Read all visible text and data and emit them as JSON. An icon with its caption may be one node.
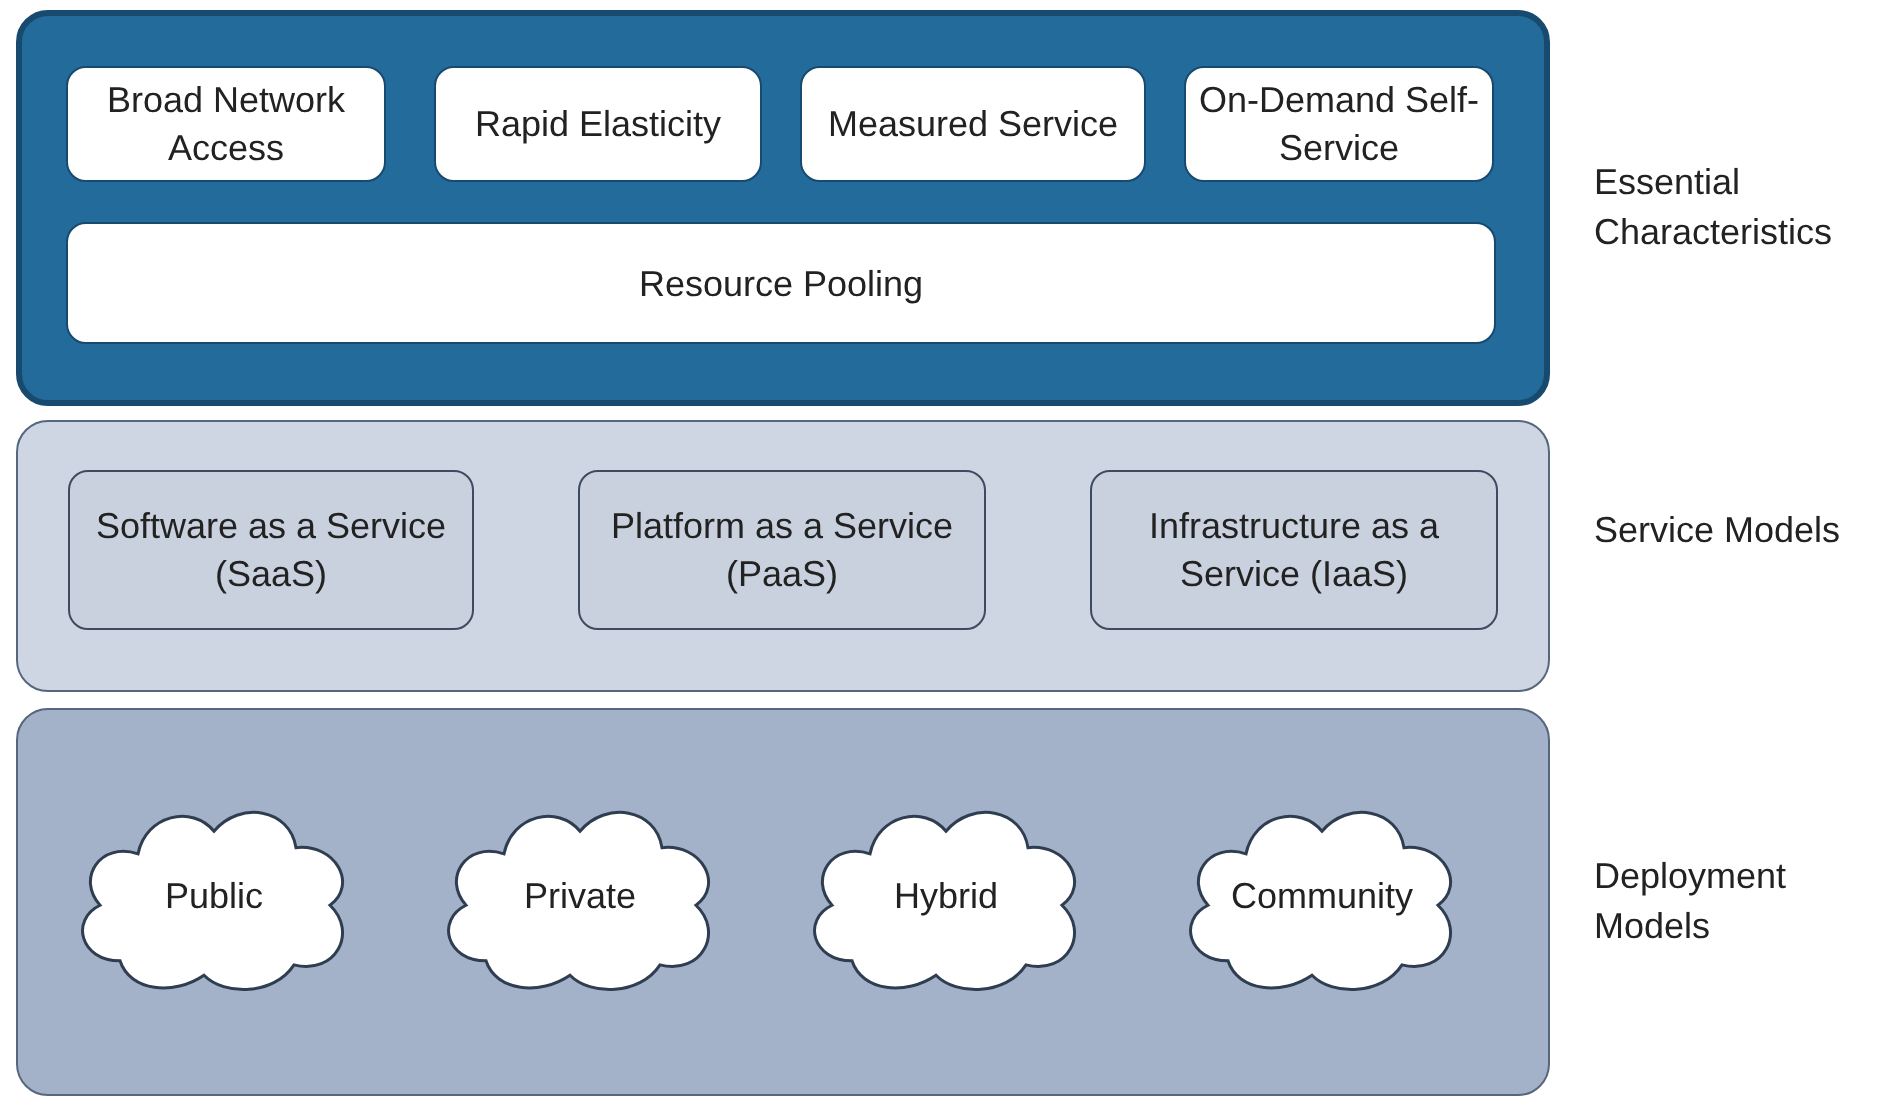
{
  "diagram": {
    "nodes": [
      {
        "text": [
          "Essential Characteristics"
        ]
      },
      {
        "text": [
          "Broad Network Access"
        ],
        "in": 0
      },
      {
        "text": [
          "Rapid Elasticity"
        ],
        "in": 0
      },
      {
        "text": [
          "Measured Service"
        ],
        "in": 0
      },
      {
        "text": [
          "On-Demand Self-Service"
        ],
        "in": 0
      },
      {
        "text": [
          "Resource Pooling"
        ],
        "in": 0
      },
      {
        "text": [
          "Service Models"
        ]
      },
      {
        "text": [
          "Software as a Service (SaaS)"
        ],
        "in": 6
      },
      {
        "text": [
          "Platform as a Service (PaaS)"
        ],
        "in": 6
      },
      {
        "text": [
          "Infrastructure as a Service (IaaS)"
        ],
        "in": 6
      },
      {
        "text": [
          "Deployment Models"
        ]
      },
      {
        "text": [
          "Public"
        ],
        "in": 10
      },
      {
        "text": [
          "Private"
        ],
        "in": 10
      },
      {
        "text": [
          "Hybrid"
        ],
        "in": 10
      },
      {
        "text": [
          "Community"
        ],
        "in": 10
      }
    ]
  }
}
